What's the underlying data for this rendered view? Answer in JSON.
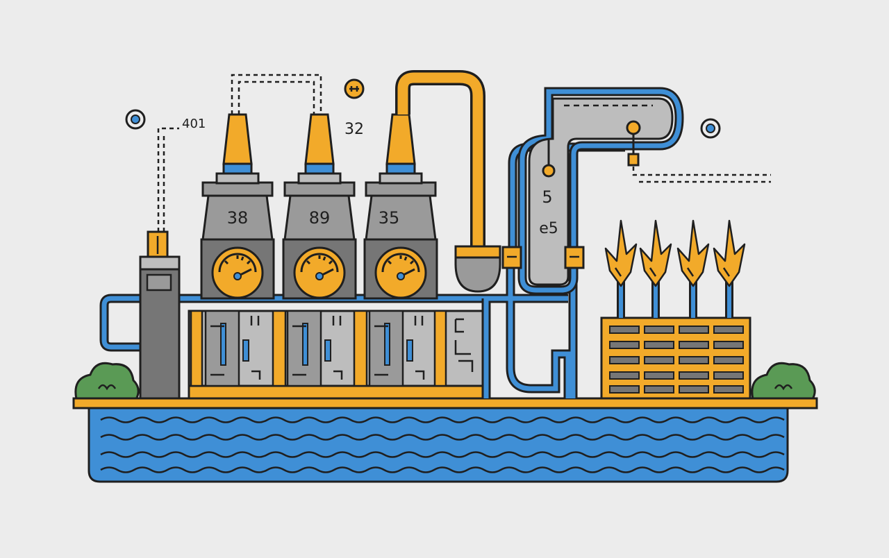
{
  "colors": {
    "background": "#ececec",
    "outline": "#1f1f1f",
    "accent_yellow": "#f2aa2a",
    "accent_blue": "#3f8fd6",
    "steel_gray": "#9a9a9a",
    "dark_gray": "#767676",
    "light_gray": "#bdbdbd",
    "water": "#3f8fd6",
    "bush": "#5a9a55"
  },
  "labels": {
    "tag_401": "401",
    "tag_32": "32",
    "chimney_1": "38",
    "chimney_2": "89",
    "chimney_3": "35",
    "tank_top": "5",
    "tank_bottom": "e5"
  },
  "icons": [
    "target-icon",
    "target-icon",
    "valve-icon",
    "gauge-icon",
    "flame-icon",
    "bush-icon",
    "wave-icon"
  ]
}
